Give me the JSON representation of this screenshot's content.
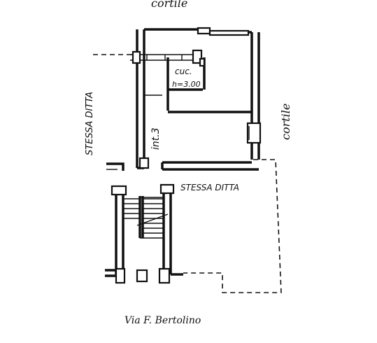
{
  "labels": {
    "top_courtyard": "cortile",
    "right_courtyard": "cortile",
    "left_same_company": "STESSA DITTA",
    "right_same_company": "STESSA DITTA",
    "kitchen": "cuc.",
    "kitchen_height": "h=3.00",
    "unit": "int.3",
    "street": "Via F. Bertolino"
  }
}
